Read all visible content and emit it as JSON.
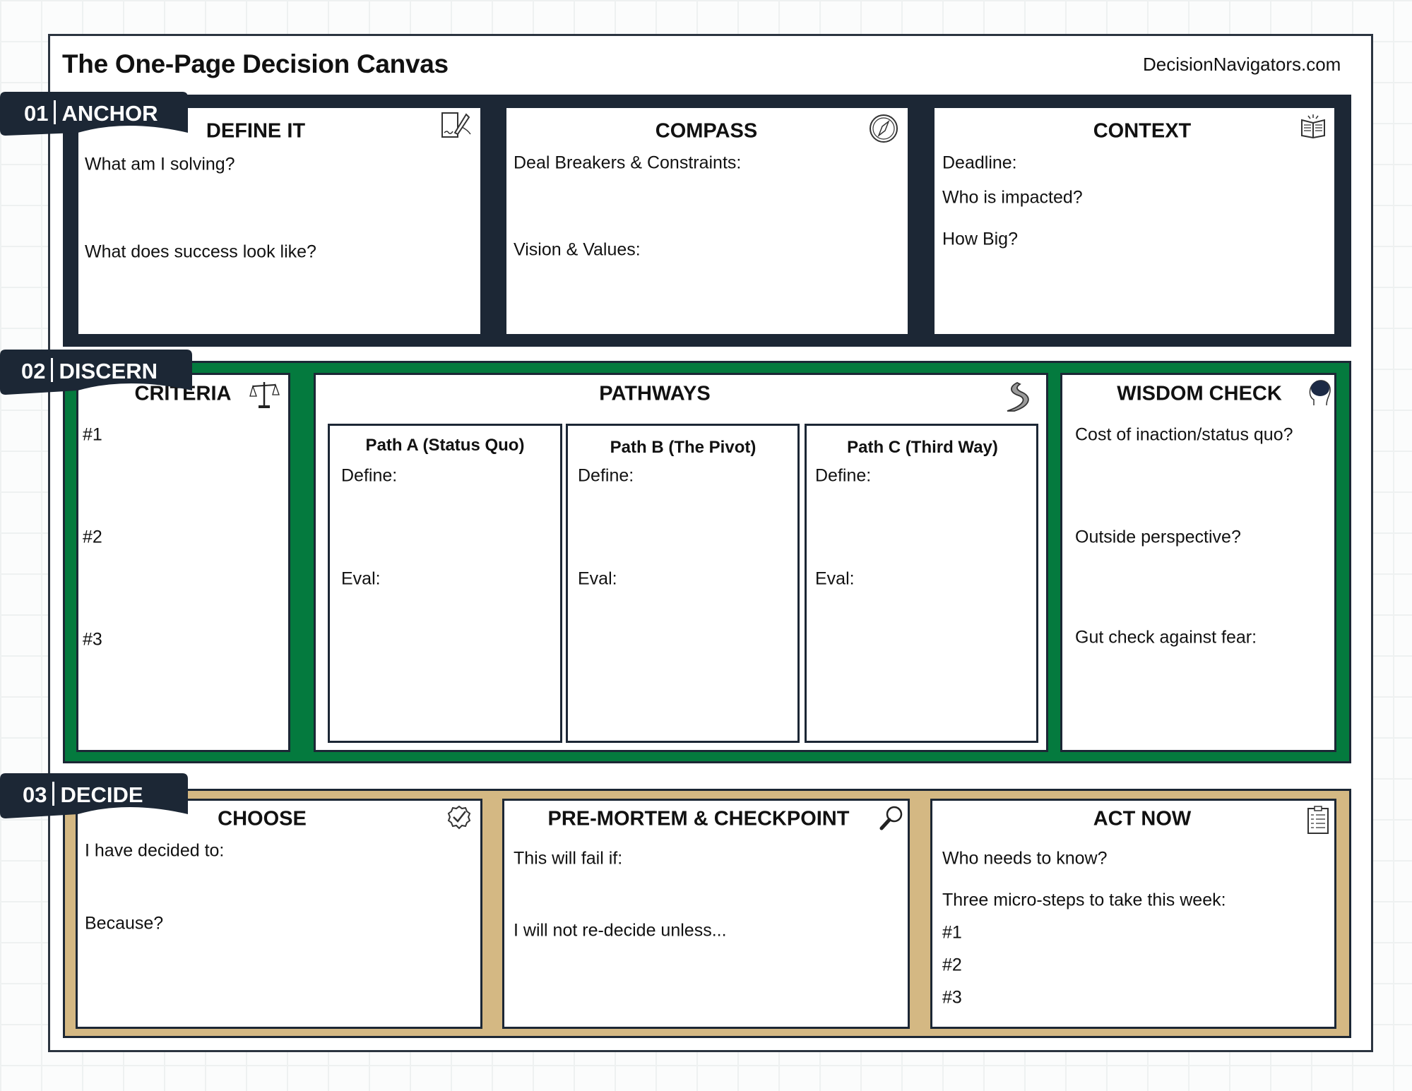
{
  "header": {
    "title": "The  One-Page Decision Canvas",
    "site": "DecisionNavigators.com"
  },
  "colors": {
    "anchor": "#1c2735",
    "discern": "#047a3e",
    "decide": "#d4b883"
  },
  "sections": {
    "anchor": {
      "number": "01",
      "name": "ANCHOR",
      "define": {
        "title": "DEFINE IT",
        "icon": "signing-pen-icon",
        "q1": "What am I solving?",
        "q2": "What does success look like?"
      },
      "compass": {
        "title": "COMPASS",
        "icon": "compass-icon",
        "q1": "Deal Breakers & Constraints:",
        "q2": "Vision & Values:"
      },
      "context": {
        "title": "CONTEXT",
        "icon": "open-book-icon",
        "q1": "Deadline:",
        "q2": "Who is impacted?",
        "q3": "How Big?"
      }
    },
    "discern": {
      "number": "02",
      "name": "DISCERN",
      "criteria": {
        "title": "CRITERIA",
        "icon": "scales-icon",
        "items": [
          "#1",
          "#2",
          "#3"
        ]
      },
      "pathways": {
        "title": "PATHWAYS",
        "icon": "winding-road-icon",
        "paths": [
          {
            "title": "Path A (Status Quo)",
            "define": "Define:",
            "eval": "Eval:"
          },
          {
            "title": "Path B (The Pivot)",
            "define": "Define:",
            "eval": "Eval:"
          },
          {
            "title": "Path C (Third Way)",
            "define": "Define:",
            "eval": "Eval:"
          }
        ]
      },
      "wisdom": {
        "title": "WISDOM CHECK",
        "icon": "head-brain-icon",
        "q1": "Cost of inaction/status quo?",
        "q2": "Outside perspective?",
        "q3": "Gut check against fear:"
      }
    },
    "decide": {
      "number": "03",
      "name": "DECIDE",
      "choose": {
        "title": "CHOOSE",
        "icon": "verified-check-icon",
        "q1": "I have decided to:",
        "q2": "Because?"
      },
      "premortem": {
        "title": "PRE-MORTEM & CHECKPOINT",
        "icon": "magnifier-icon",
        "q1": "This will fail if:",
        "q2": "I will not re-decide unless..."
      },
      "act": {
        "title": "ACT NOW",
        "icon": "clipboard-checklist-icon",
        "q1": "Who needs to know?",
        "q2": "Three micro-steps to take this week:",
        "items": [
          "#1",
          "#2",
          "#3"
        ]
      }
    }
  }
}
